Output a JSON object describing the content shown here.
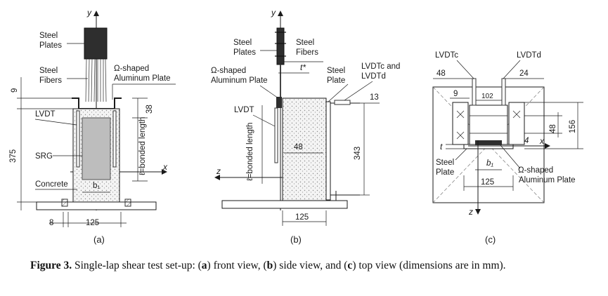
{
  "panels": [
    {
      "id": "a",
      "subcaption": "(a)",
      "axes": {
        "y": "y",
        "x": "x"
      },
      "labels": {
        "steel_plates_1": "Steel",
        "steel_plates_2": "Plates",
        "steel_fibers_1": "Steel",
        "steel_fibers_2": "Fibers",
        "omega_plate_1": "Ω-shaped",
        "omega_plate_2": "Aluminum Plate",
        "lvdt": "LVDT",
        "srg": "SRG",
        "concrete": "Concrete",
        "bonded_length": "ℓ=bonded length",
        "b1": "b₁"
      },
      "dimensions": {
        "d9": "9",
        "d375": "375",
        "d38": "38",
        "d8": "8",
        "d125": "125"
      }
    },
    {
      "id": "b",
      "subcaption": "(b)",
      "axes": {
        "y": "y",
        "z": "z"
      },
      "labels": {
        "steel_plates_1": "Steel",
        "steel_plates_2": "Plates",
        "steel_fibers_1": "Steel",
        "steel_fibers_2": "Fibers",
        "omega_plate_1": "Ω-shaped",
        "omega_plate_2": "Aluminum  Plate",
        "steel_plate_1": "Steel",
        "steel_plate_2": "Plate",
        "lvdt": "LVDT",
        "lvdtcd_1": "LVDTc and",
        "lvdtcd_2": "LVDTd",
        "t_star": "t*",
        "bonded_length": "ℓ=bonded length"
      },
      "dimensions": {
        "d13": "13",
        "d48": "48",
        "d343": "343",
        "d125": "125"
      }
    },
    {
      "id": "c",
      "subcaption": "(c)",
      "axes": {
        "x": "x",
        "z": "z"
      },
      "labels": {
        "lvdtc": "LVDTc",
        "lvdtd": "LVDTd",
        "steel_plate_1": "Steel",
        "steel_plate_2": "Plate",
        "omega_plate_1": "Ω-shaped",
        "omega_plate_2": "Aluminum  Plate",
        "t": "t",
        "b1": "b₁"
      },
      "dimensions": {
        "d48_top": "48",
        "d24": "24",
        "d9": "9",
        "d102": "102",
        "d48_right": "48",
        "d156": "156",
        "d4": "4",
        "d125": "125"
      }
    }
  ],
  "caption": {
    "figure_number": "Figure 3.",
    "text_1": " Single-lap shear test set-up: (",
    "a": "a",
    "text_2": ") front view, (",
    "b": "b",
    "text_3": ") side view, and (",
    "c": "c",
    "text_4": ") top view (dimensions are in mm)."
  },
  "colors": {
    "ink": "#1a1a1a",
    "plate_dark": "#2e2e2e",
    "srg_gray": "#bdbdbd",
    "concrete_dot": "#8a8a8a"
  }
}
